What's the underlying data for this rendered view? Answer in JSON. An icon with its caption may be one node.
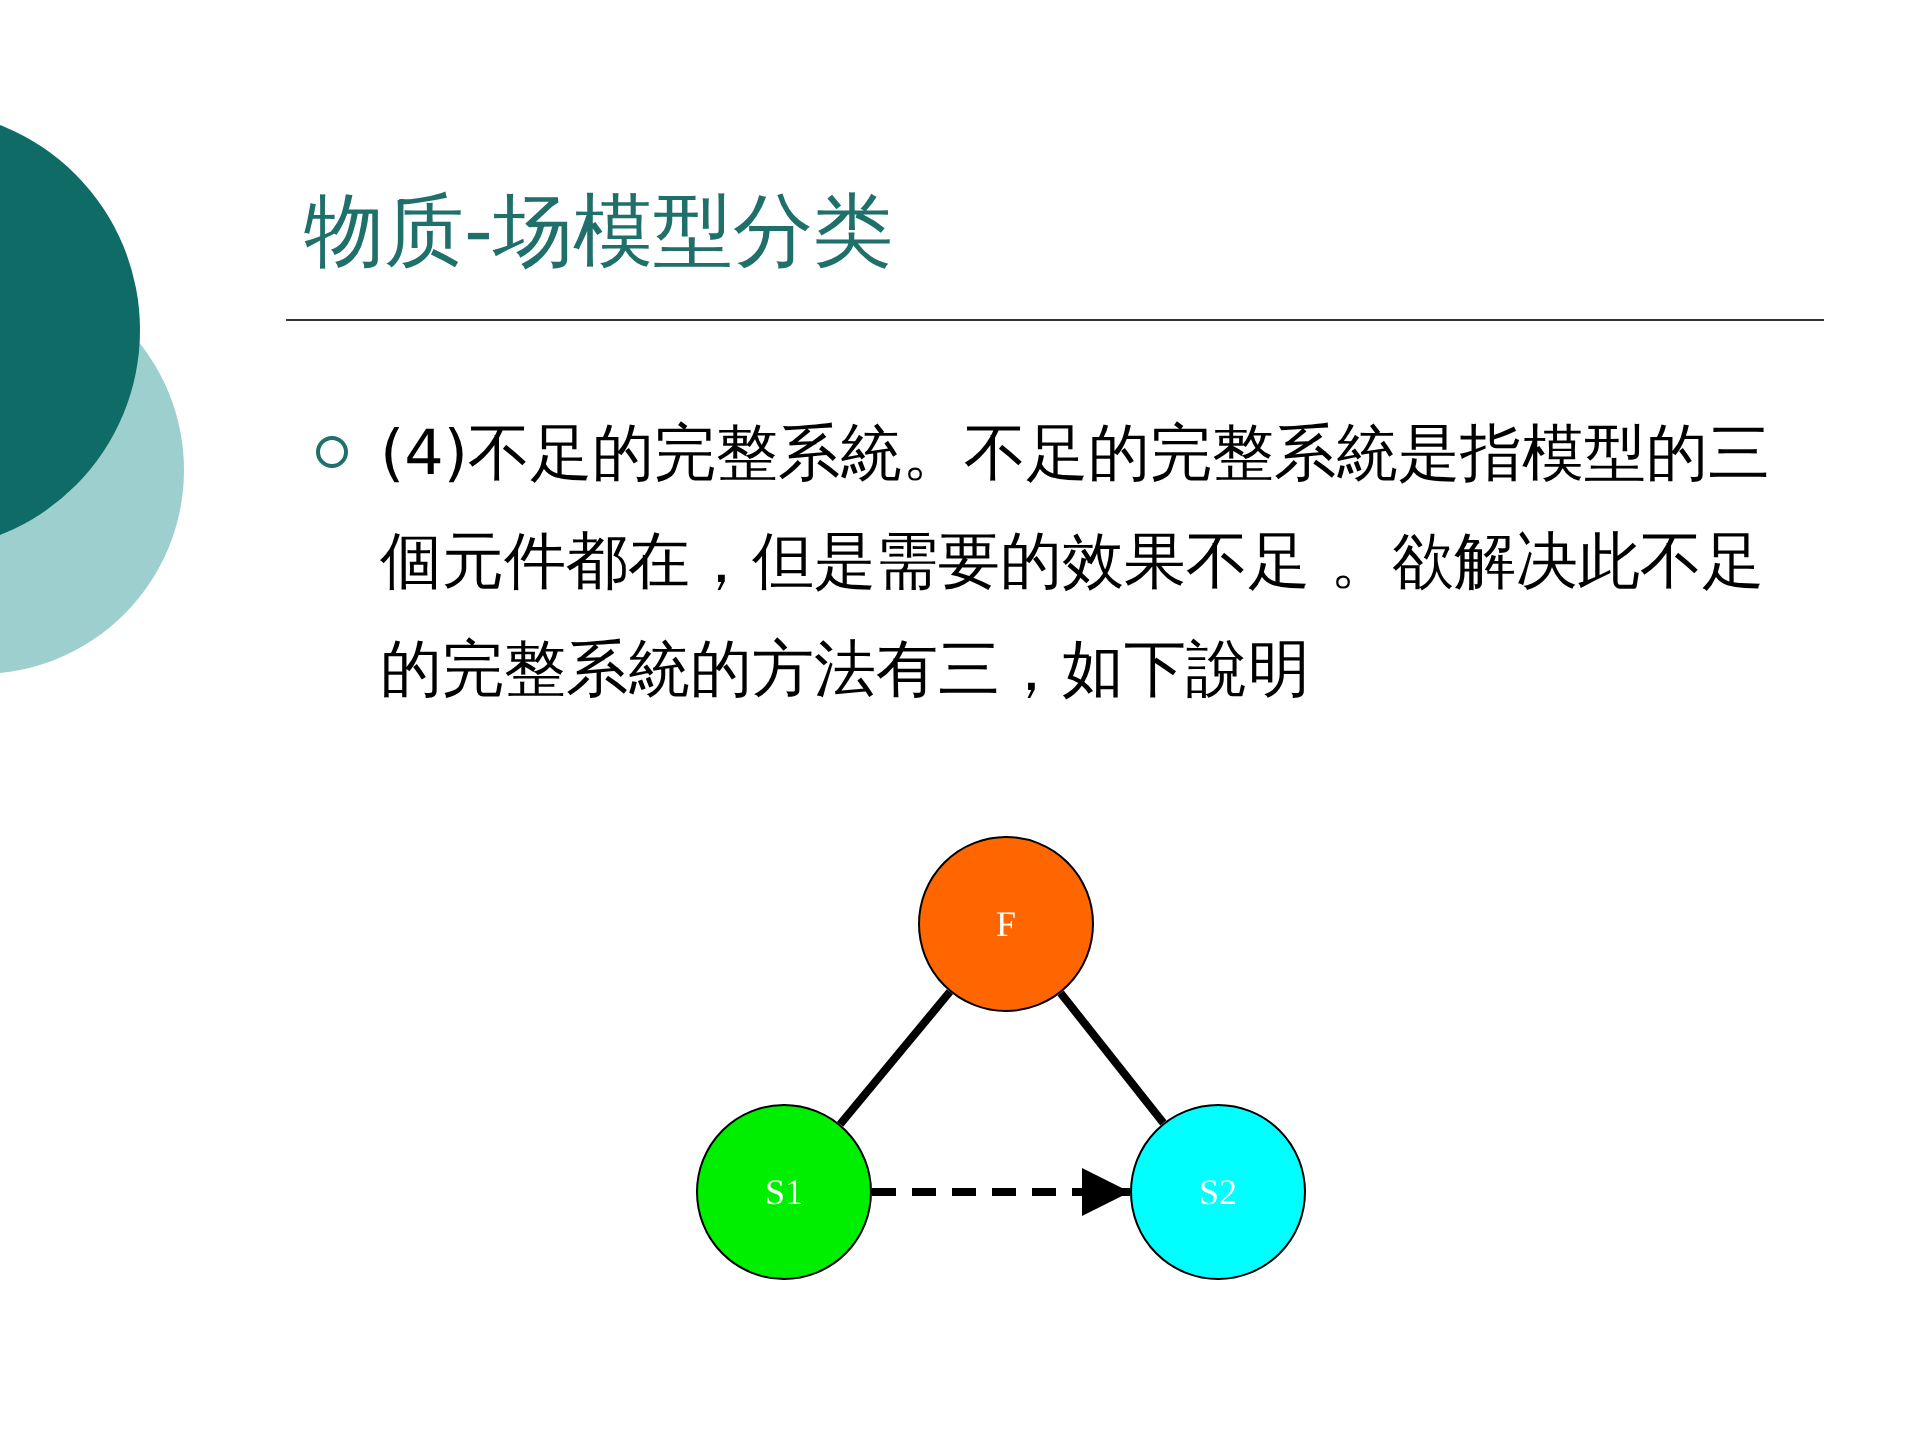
{
  "diagram": {
    "title": "物质-场模型分类",
    "nodes": [
      {
        "text": [
          "F"
        ]
      },
      {
        "text": [
          "S1"
        ]
      },
      {
        "text": [
          "S2"
        ]
      }
    ],
    "edges": [
      {
        "from": 0,
        "to": 1,
        "arrow": "none"
      },
      {
        "from": 0,
        "to": 2,
        "arrow": "none"
      },
      {
        "from": 1,
        "to": 2,
        "arrow": "to",
        "style": "dashed"
      }
    ],
    "labels": [
      "(4)不足的完整系統。不足的完整系統是指模型的三個元件都在，但是需要的效果不足 。欲解决此不足的完整系統的方法有三，如下說明"
    ]
  }
}
